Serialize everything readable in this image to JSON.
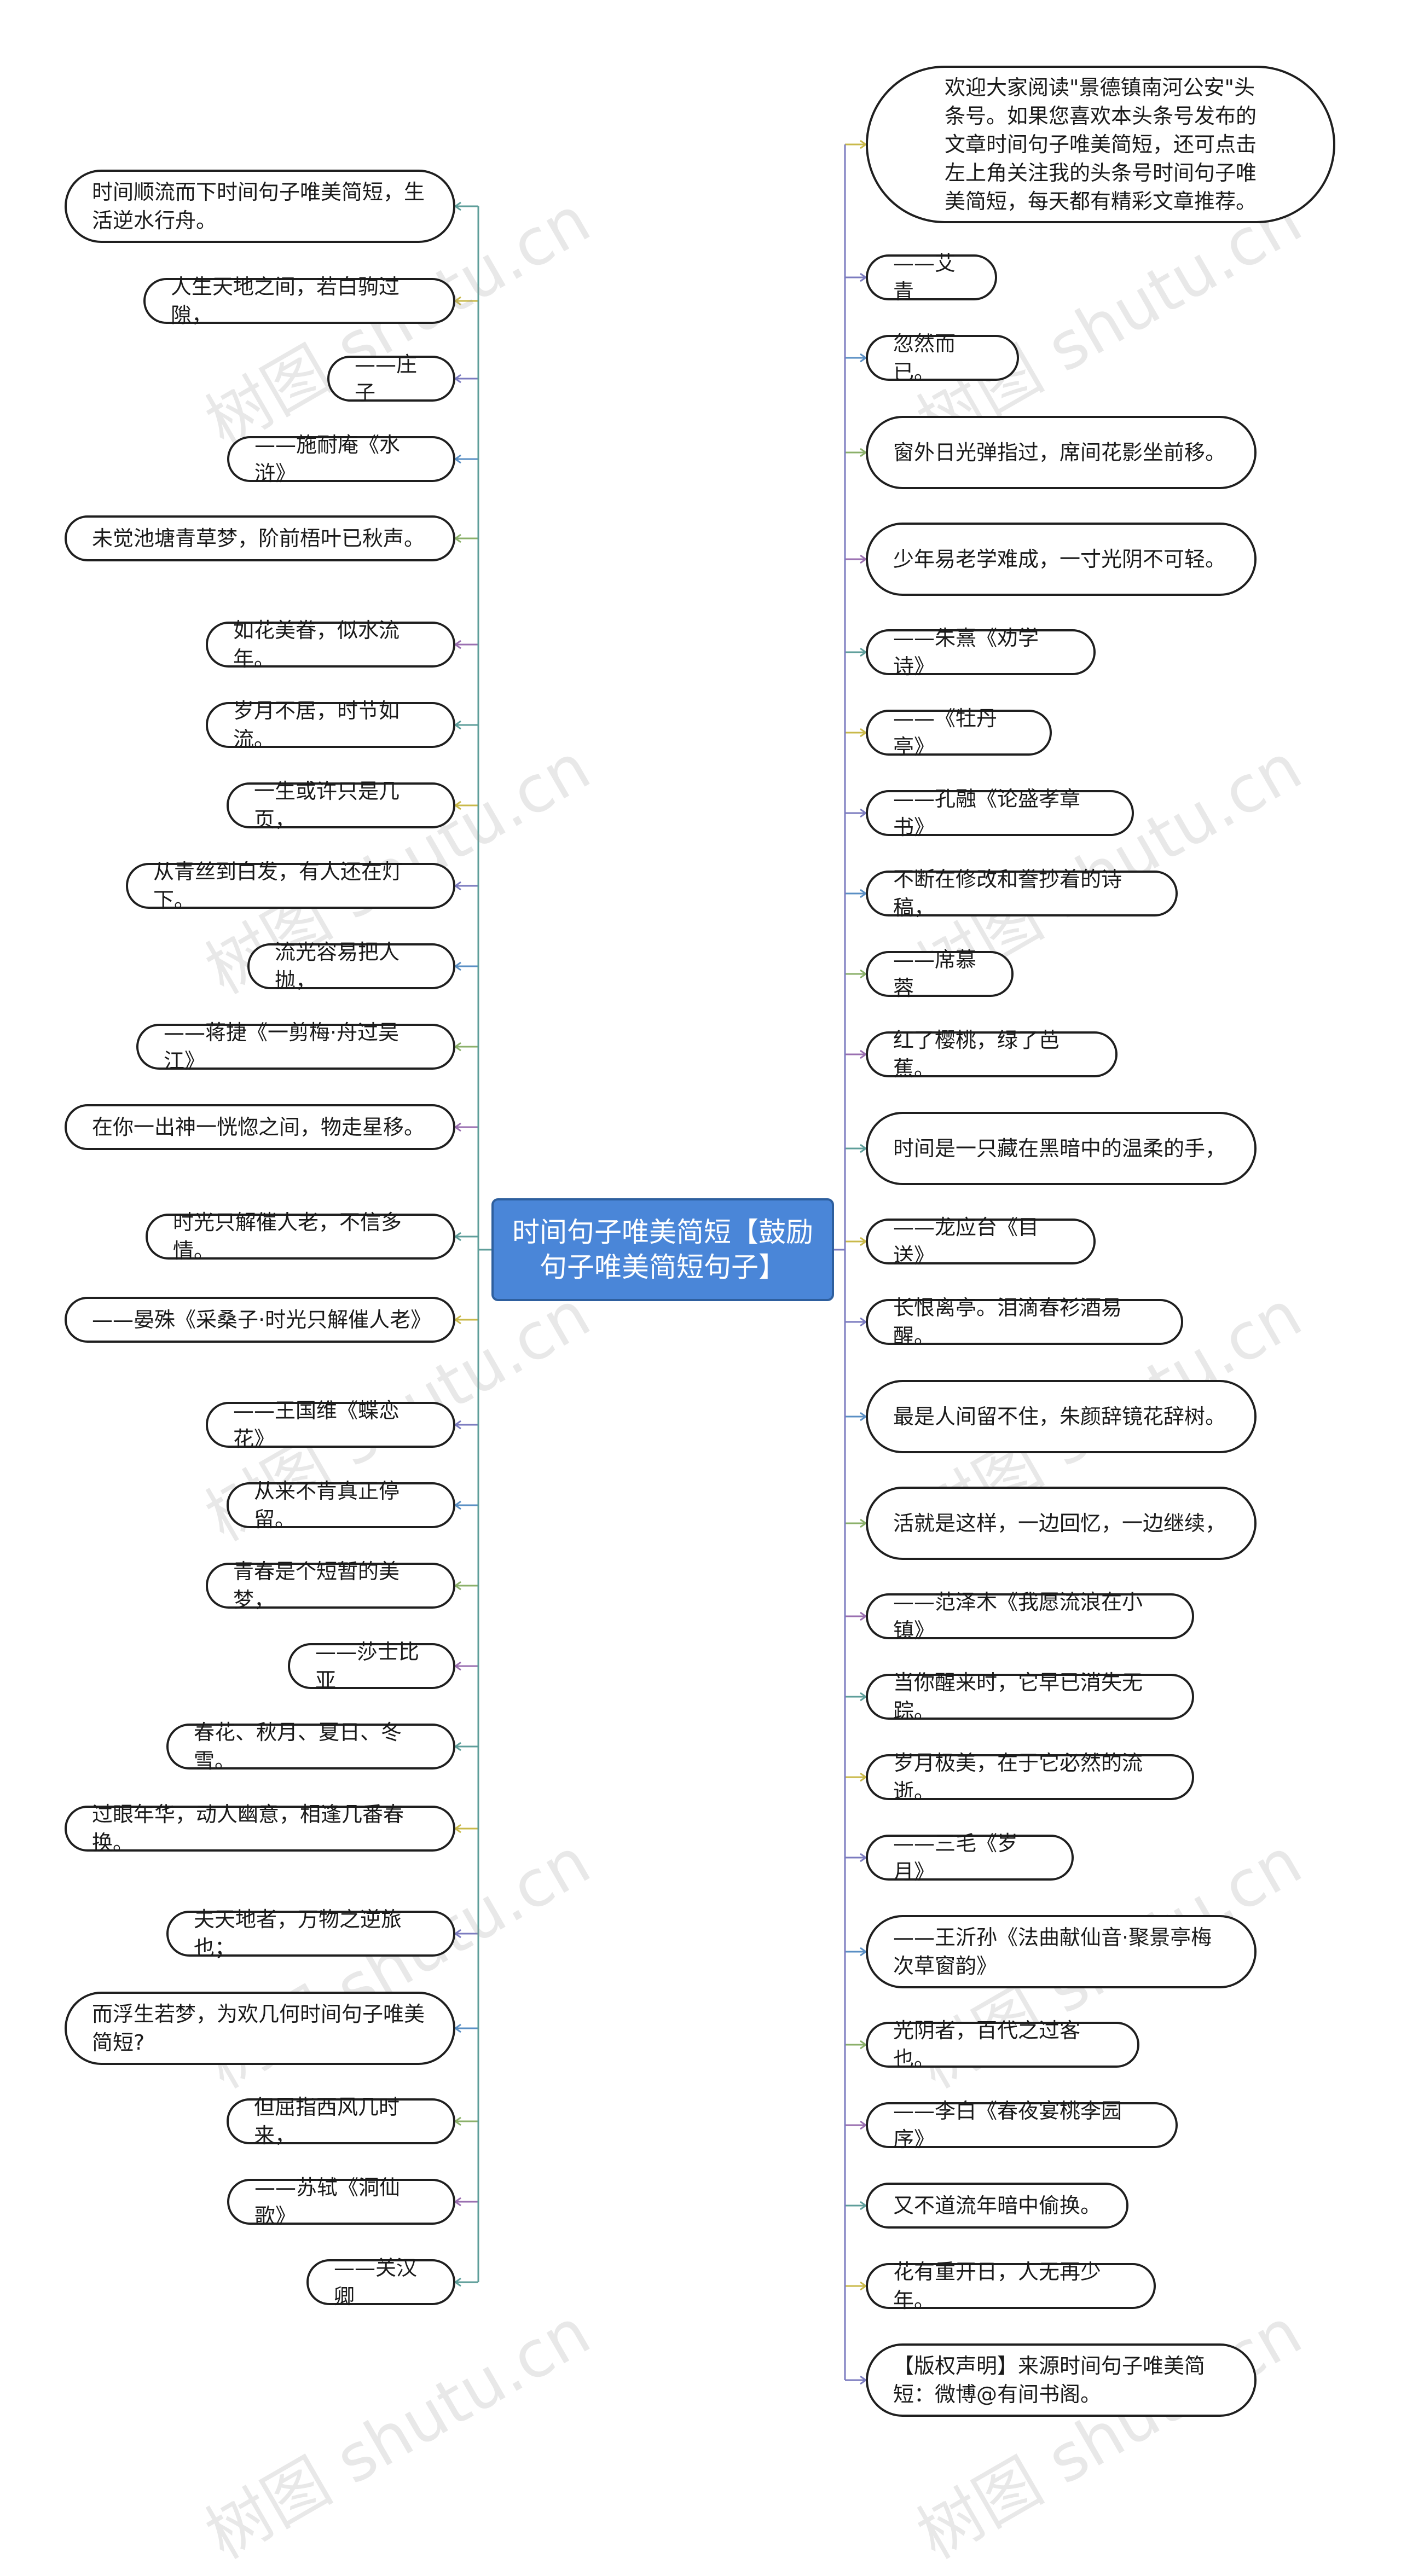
{
  "watermark": "树图 shutu.cn",
  "center": "时间句子唯美简短【鼓励句子唯美简短句子】",
  "colors": {
    "center_fill": "#4a86d8",
    "palette": [
      "#5e9e9a",
      "#c9b94a",
      "#7b7bbf",
      "#5a8fc4",
      "#8bb06a",
      "#9a6fb0"
    ]
  },
  "left": [
    "时间顺流而下时间句子唯美简短，生活逆水行舟。",
    "人生天地之间，若白驹过隙，",
    "——庄子",
    "——施耐庵《水浒》",
    "未觉池塘青草梦，阶前梧叶已秋声。",
    "如花美眷，似水流年。",
    "岁月不居，时节如流。",
    "一生或许只是几页，",
    "从青丝到白发，有人还在灯下。",
    "流光容易把人抛，",
    "——蒋捷《一剪梅·舟过吴江》",
    "在你一出神一恍惚之间，物走星移。",
    "时光只解催人老，不信多情。",
    "——晏殊《采桑子·时光只解催人老》",
    "——王国维《蝶恋花》",
    "从来不肯真正停留。",
    "青春是个短暂的美梦，",
    "——莎士比亚",
    "春花、秋月、夏日、冬雪。",
    "过眼年华，动人幽意，相逢几番春换。",
    "夫天地者，万物之逆旅也；",
    "而浮生若梦，为欢几何时间句子唯美简短?",
    "但屈指西风几时来，",
    "——苏轼《洞仙歌》",
    "——关汉卿"
  ],
  "right": [
    "欢迎大家阅读\"景德镇南河公安\"头条号。如果您喜欢本头条号发布的文章时间句子唯美简短，还可点击左上角关注我的头条号时间句子唯美简短，每天都有精彩文章推荐。",
    "——艾青",
    "忽然而已。",
    "窗外日光弹指过，席间花影坐前移。",
    "少年易老学难成，一寸光阴不可轻。",
    "——朱熹《劝学诗》",
    "——《牡丹亭》",
    "——孔融《论盛孝章书》",
    "不断在修改和誊抄着的诗稿，",
    "——席慕蓉",
    "红了樱桃，绿了芭蕉。",
    "时间是一只藏在黑暗中的温柔的手，",
    "——龙应台《目送》",
    "长恨离亭。泪滴春衫酒易醒。",
    "最是人间留不住，朱颜辞镜花辞树。",
    "活就是这样，一边回忆，一边继续，",
    "——范泽木《我愿流浪在小镇》",
    "当你醒来时，它早已消失无踪。",
    "岁月极美，在于它必然的流逝。",
    "——三毛《岁月》",
    "——王沂孙《法曲献仙音·聚景亭梅次草窗韵》",
    "光阴者，百代之过客也。",
    "——李白《春夜宴桃李园序》",
    "又不道流年暗中偷换。",
    "花有重开日，人无再少年。",
    "【版权声明】来源时间句子唯美简短：微博@有间书阁。"
  ]
}
